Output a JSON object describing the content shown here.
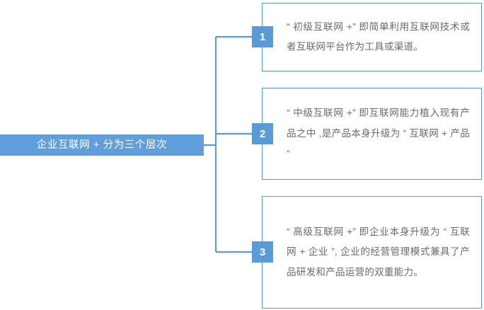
{
  "diagram": {
    "type": "bracket-hierarchy",
    "accent_color": "#5b9bd5",
    "root_fill_color": "#619fdc",
    "text_color": "#6a6a6a",
    "root": {
      "label": "企业互联网 + 分为三个层次"
    },
    "branches": [
      {
        "number": "1",
        "text": "“ 初级互联网 +” 即简单利用互联网技术或者互联网平台作为工具或渠道。"
      },
      {
        "number": "2",
        "text": "“ 中级互联网 +” 即互联网能力植入现有产品之中 ,是产品本身升级为 “ 互联网 + 产品 ”"
      },
      {
        "number": "3",
        "text": "“ 高级互联网 +” 即企业本身升级为 “ 互联网 + 企业 ”, 企业的经营管理模式兼具了产品研发和产品运营的双重能力。"
      }
    ]
  }
}
